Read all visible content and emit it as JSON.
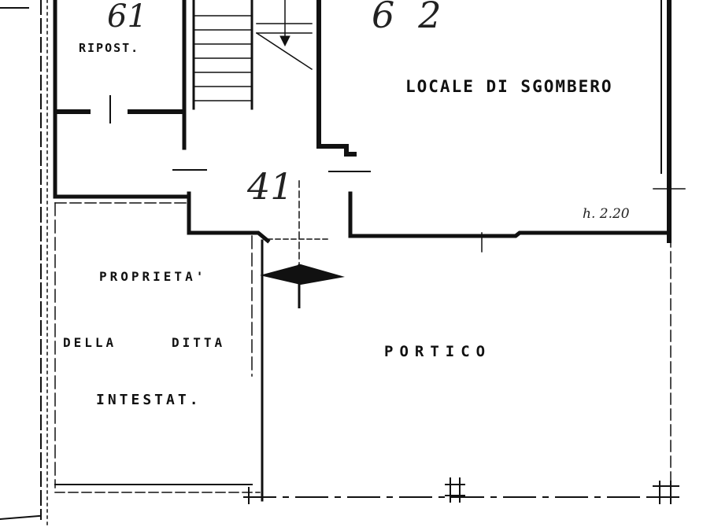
{
  "rooms": {
    "ripost": "RIPOST.",
    "locale_di_sgombero": "LOCALE DI SGOMBERO",
    "proprieta": "PROPRIETA'",
    "della": "DELLA",
    "ditta": "DITTA",
    "intestat": "INTESTAT.",
    "portico": "PORTICO"
  },
  "annotations": {
    "room_number_left": "61",
    "room_number_top": "62",
    "room_number_entry": "41",
    "height": "h. 2.20"
  },
  "colors": {
    "ink": "#111111",
    "paper": "#ffffff"
  }
}
